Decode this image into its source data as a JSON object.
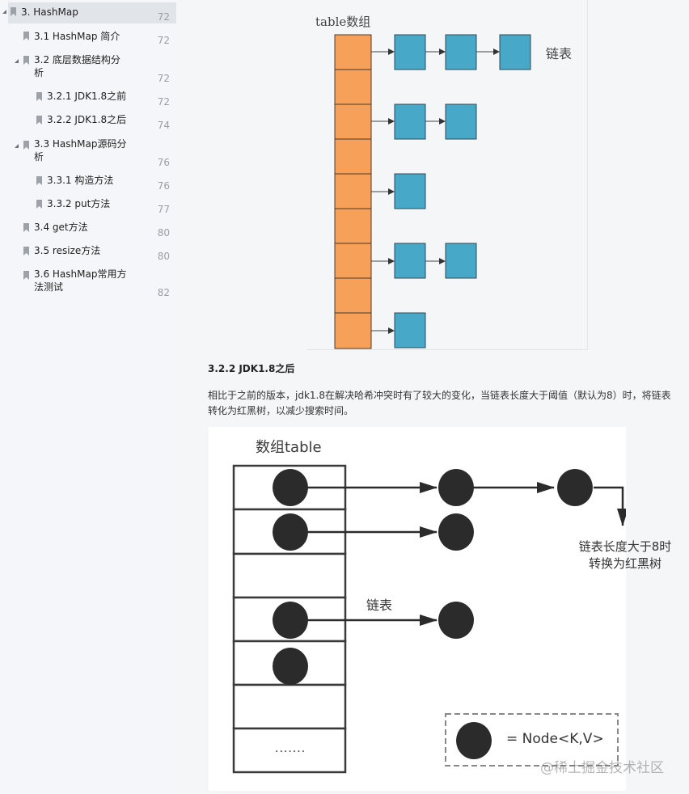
{
  "sidebar": {
    "items": [
      {
        "label": "3. HashMap",
        "page": "72",
        "level": 0,
        "expandable": true,
        "selected": true
      },
      {
        "label": "3.1 HashMap 简介",
        "page": "72",
        "level": 1,
        "expandable": false
      },
      {
        "label": "3.2 底层数据结构分\n析",
        "page": "72",
        "level": 1,
        "expandable": true
      },
      {
        "label": "3.2.1 JDK1.8之前",
        "page": "72",
        "level": 2,
        "expandable": false
      },
      {
        "label": "3.2.2 JDK1.8之后",
        "page": "74",
        "level": 2,
        "expandable": false
      },
      {
        "label": "3.3 HashMap源码分\n析",
        "page": "76",
        "level": 1,
        "expandable": true
      },
      {
        "label": "3.3.1 构造方法",
        "page": "76",
        "level": 2,
        "expandable": false
      },
      {
        "label": "3.3.2 put方法",
        "page": "77",
        "level": 2,
        "expandable": false
      },
      {
        "label": "3.4 get方法",
        "page": "80",
        "level": 1,
        "expandable": false
      },
      {
        "label": "3.5 resize方法",
        "page": "80",
        "level": 1,
        "expandable": false
      },
      {
        "label": "3.6 HashMap常用方\n法测试",
        "page": "82",
        "level": 1,
        "expandable": false
      }
    ]
  },
  "diagram_before": {
    "title": "table数组",
    "linked_list_label": "链表",
    "array_color": "#f6a05a",
    "node_color": "#47a8c8",
    "bucket_count": 9,
    "chains": [
      {
        "bucket": 0,
        "nodes": 3
      },
      {
        "bucket": 2,
        "nodes": 2
      },
      {
        "bucket": 4,
        "nodes": 1
      },
      {
        "bucket": 6,
        "nodes": 2
      },
      {
        "bucket": 8,
        "nodes": 1
      }
    ]
  },
  "section": {
    "heading": "3.2.2 JDK1.8之后",
    "paragraph": "相比于之前的版本，jdk1.8在解决哈希冲突时有了较大的变化，当链表长度大于阈值（默认为8）时，将链表转化为红黑树，以减少搜索时间。"
  },
  "diagram_after": {
    "title": "数组table",
    "chain_label": "链表",
    "tree_note_line1": "链表长度大于8时",
    "tree_note_line2": "转换为红黑树",
    "ellipsis": ".......",
    "legend": "= Node<K,V>"
  },
  "watermark": "@稀土掘金技术社区"
}
